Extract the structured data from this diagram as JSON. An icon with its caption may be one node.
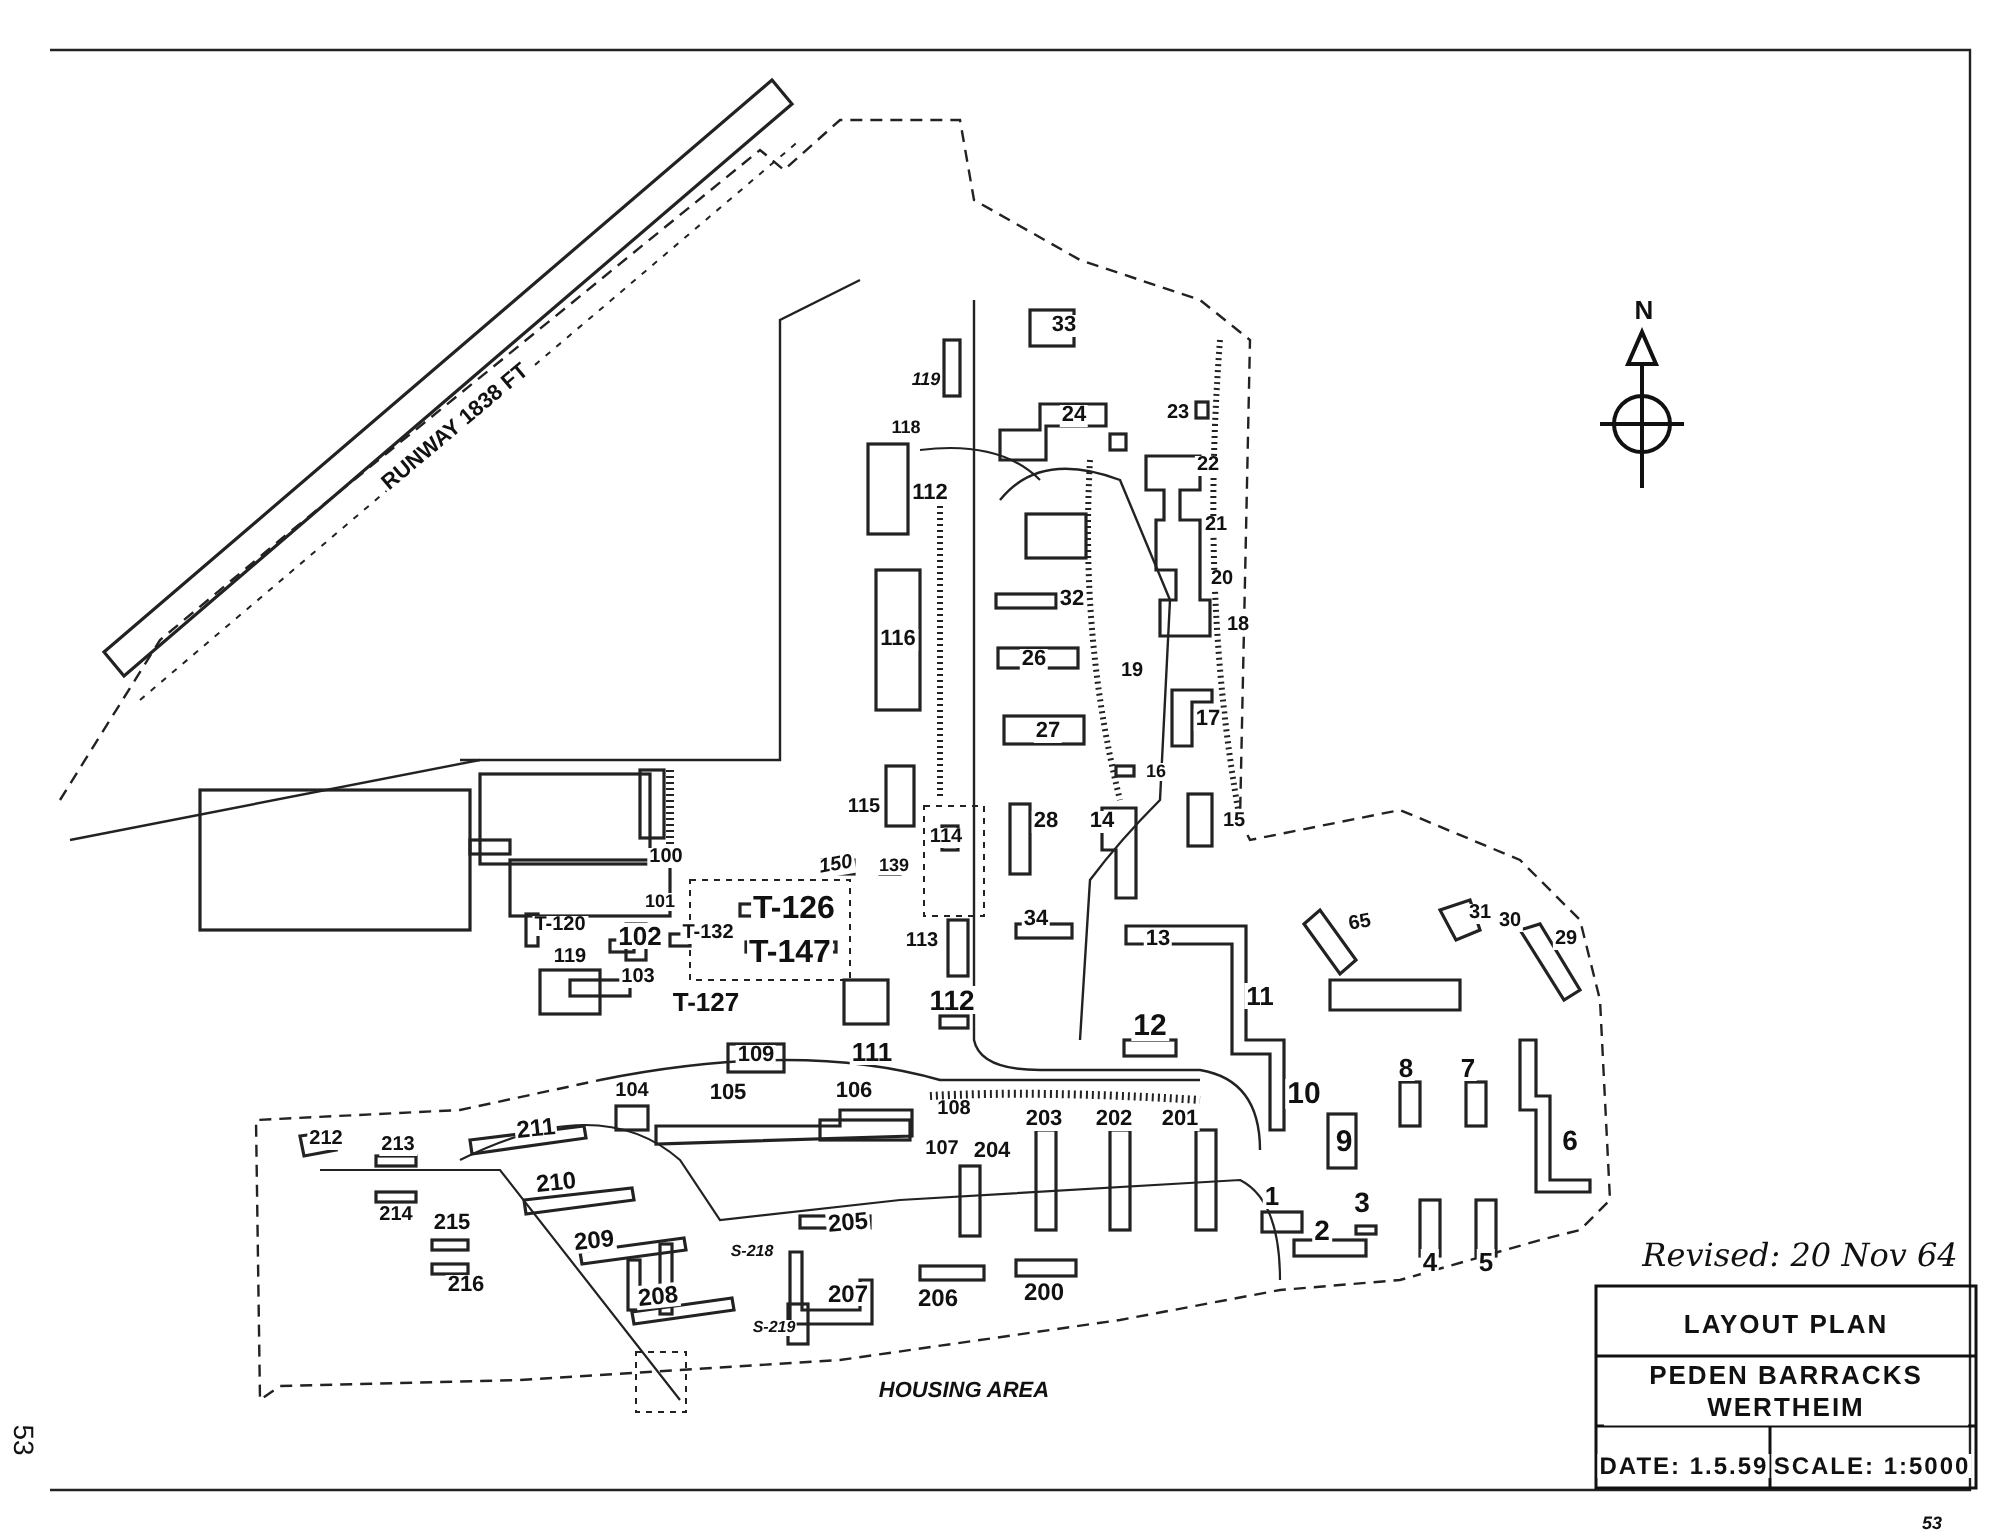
{
  "diagram": {
    "labels": [
      "N",
      "RUNWAY 1838 FT",
      "33",
      "119",
      "24",
      "23",
      "118",
      "22",
      "112",
      "21",
      "20",
      "32",
      "19",
      "116",
      "26",
      "18",
      "17",
      "27",
      "16",
      "115",
      "28",
      "14",
      "15",
      "114",
      "100",
      "150",
      "139",
      "65",
      "31",
      "30",
      "29",
      "T-120",
      "101",
      "102",
      "T-132",
      "T-126",
      "113",
      "34",
      "13",
      "119",
      "T-147",
      "103",
      "T-127",
      "112",
      "11",
      "109",
      "111",
      "12",
      "8",
      "7",
      "104",
      "105",
      "106",
      "108",
      "10",
      "211",
      "203",
      "202",
      "201",
      "212",
      "213",
      "9",
      "6",
      "107",
      "204",
      "210",
      "1",
      "214",
      "215",
      "3",
      "205",
      "209",
      "2",
      "S-218",
      "4",
      "5",
      "Revised: 20 Nov 64",
      "207",
      "216",
      "208",
      "206",
      "200",
      "S-219",
      "HOUSING AREA",
      "LAYOUT PLAN",
      "PEDEN BARRACKS WERTHEIM",
      "DATE: 1.5.59",
      "SCALE: 1:5000",
      "53",
      "53"
    ]
  }
}
